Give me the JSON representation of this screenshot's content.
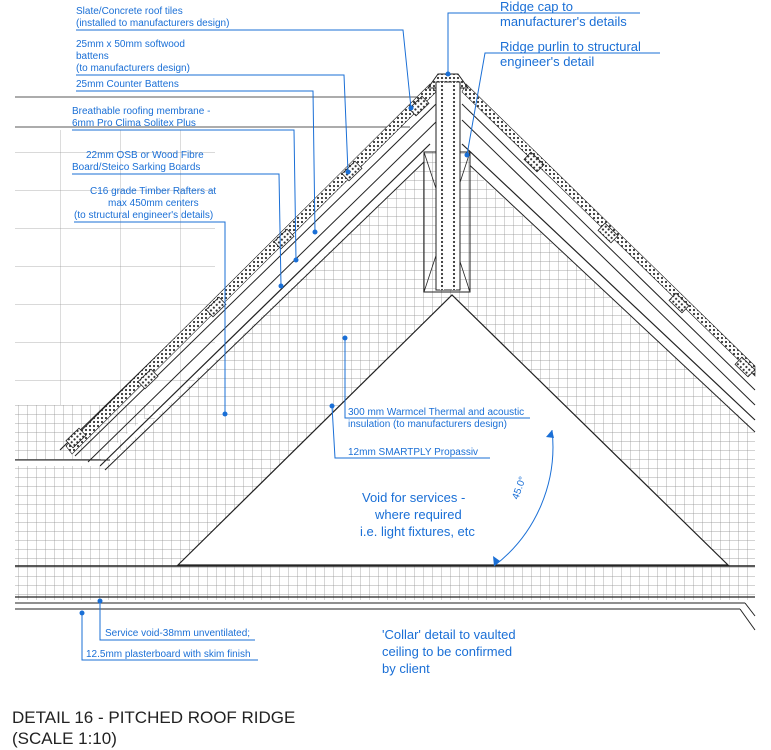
{
  "title": {
    "line1": "DETAIL 16 - PITCHED ROOF RIDGE",
    "line2": "(SCALE 1:10)"
  },
  "labels": {
    "roof_tiles": [
      "Slate/Concrete roof tiles",
      "(installed to manufacturers design)"
    ],
    "battens": [
      "25mm x 50mm softwood",
      "battens",
      "(to manufacturers design)"
    ],
    "counter_battens": [
      "25mm Counter Battens"
    ],
    "membrane": [
      "Breathable roofing membrane -",
      "6mm Pro Clima Solitex Plus"
    ],
    "sarking": [
      "22mm OSB or Wood Fibre",
      "Board/Steico Sarking Boards"
    ],
    "rafters": [
      "C16 grade Timber Rafters at",
      "max 450mm centers",
      "(to structural engineer's details)"
    ],
    "ridge_cap": [
      "Ridge cap to",
      "manufacturer's details"
    ],
    "ridge_purlin": [
      "Ridge purlin to structural",
      "engineer's detail"
    ],
    "insulation": [
      "300 mm Warmcel Thermal and acoustic",
      "insulation (to manufacturers design)"
    ],
    "propassiv": [
      "12mm SMARTPLY Propassiv"
    ],
    "void": [
      "Void for services -",
      "where required",
      "i.e. light fixtures, etc"
    ],
    "service_void": [
      "Service void-38mm unventilated;"
    ],
    "plasterboard": [
      "12.5mm plasterboard with skim finish"
    ],
    "collar": [
      "'Collar' detail to vaulted",
      "ceiling to be confirmed",
      "by client"
    ],
    "angle": "45.0°"
  },
  "colors": {
    "annotation": "#1a6fd6",
    "linework": "#222222",
    "background": "#ffffff"
  }
}
